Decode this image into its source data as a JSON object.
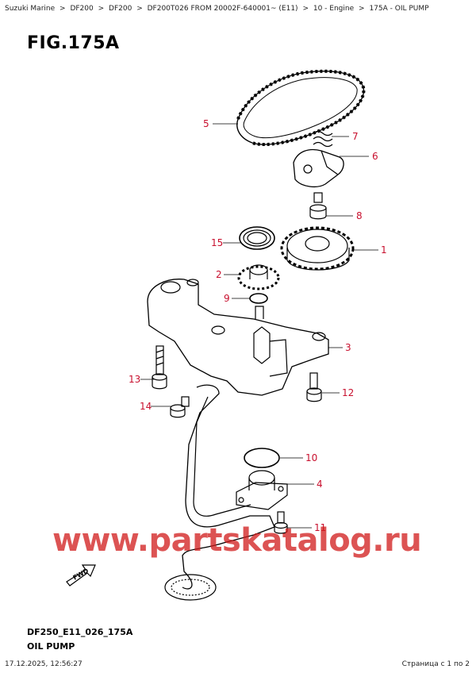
{
  "breadcrumb": [
    "Suzuki Marine",
    ">",
    "DF200",
    ">",
    "DF200",
    ">",
    "DF200T026 FROM 20002F-640001~ (E11)",
    ">",
    "10 - Engine",
    ">",
    "175A - OIL PUMP"
  ],
  "figure_title": "FIG.175A",
  "diagram_code": "DF250_E11_026_175A",
  "diagram_subtitle": "OIL PUMP",
  "watermark": "www.partskatalog.ru",
  "fwd_label": "FWD",
  "footer_left": "17.12.2025, 12:56:27",
  "footer_right": "Страница с 1 по 2",
  "callouts": [
    "5",
    "7",
    "6",
    "8",
    "15",
    "1",
    "2",
    "9",
    "3",
    "13",
    "12",
    "14",
    "10",
    "4",
    "11"
  ],
  "colors": {
    "callout": "#c8102e",
    "watermark": "#d11a1a",
    "line": "#000000"
  }
}
